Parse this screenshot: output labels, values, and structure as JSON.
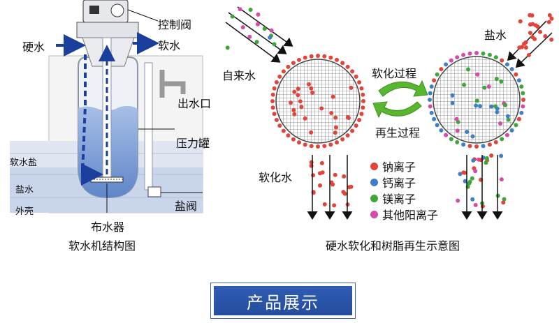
{
  "left": {
    "control_valve": "控制阀",
    "hard_water": "硬水",
    "soft_water": "软水",
    "outlet": "出水口",
    "pressure_tank": "压力罐",
    "softening_salt": "软水盐",
    "brine": "盐水",
    "shell": "外壳",
    "brine_valve": "盐阀",
    "distributor": "布水器",
    "caption": "软水机结构图"
  },
  "right": {
    "tap_water": "自来水",
    "brine": "盐水",
    "softening_process": "软化过程",
    "regeneration_process": "再生过程",
    "softened_water": "软化水",
    "caption": "硬水软化和树脂再生示意图",
    "legend": [
      {
        "label": "钠离子",
        "color": "#e0443b"
      },
      {
        "label": "钙离子",
        "color": "#3f7fc8"
      },
      {
        "label": "镁离子",
        "color": "#3fa63a"
      },
      {
        "label": "其他阳离子",
        "color": "#d64aa8"
      }
    ]
  },
  "banner": {
    "title": "产品展示"
  },
  "colors": {
    "flow_arrow": "#1a3f9c",
    "water_fill": "#7b9fd6",
    "cycle_arrow": "#58b72e",
    "banner_bg": "#2f5db3"
  }
}
